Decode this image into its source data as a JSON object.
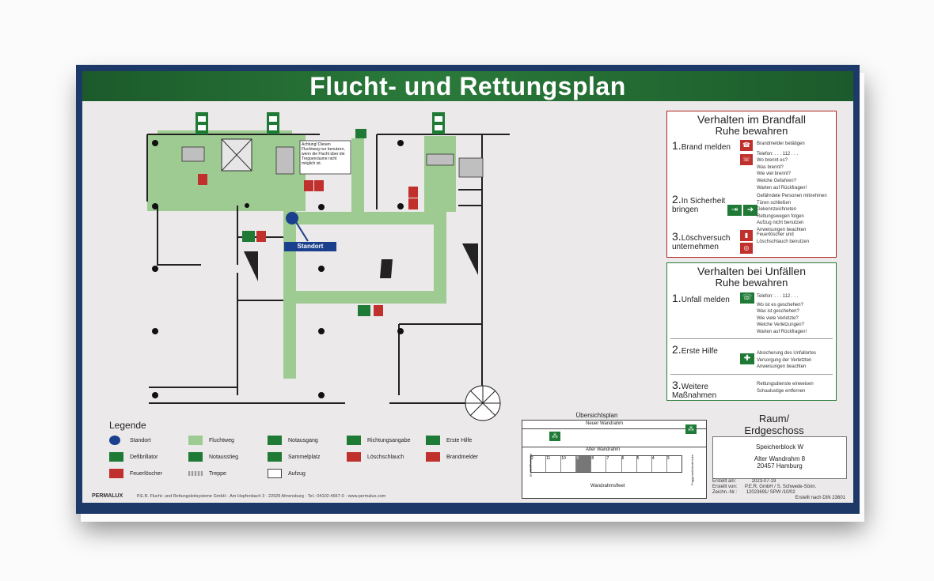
{
  "title": "Flucht- und Rettungsplan",
  "standort_label": "Standort",
  "achtung_text": "Achtung! Diesen Fluchtweg nur benutzen, wenn die Flucht über die Treppenräume nicht möglich ist.",
  "brandfall": {
    "title": "Verhalten im Brandfall",
    "subtitle": "Ruhe bewahren",
    "step1_num": "1.",
    "step1_label": "Brand melden",
    "step1_items": [
      "Brandmelder betätigen",
      "Telefon: . . . 112 . . .",
      "Wo brennt es?",
      "Was brennt?",
      "Wie viel brennt?",
      "Welche Gefahren?",
      "Warten auf Rückfragen!"
    ],
    "step2_num": "2.",
    "step2_label": "In Sicherheit bringen",
    "step2_items": [
      "Gefährdete Personen mitnehmen",
      "Türen schließen",
      "Gekennzeichneten",
      "Rettungswegen folgen",
      "Aufzug nicht benutzen",
      "Anweisungen beachten"
    ],
    "step3_num": "3.",
    "step3_label": "Löschversuch unternehmen",
    "step3_items": [
      "Feuerlöscher und",
      "Löschschlauch benutzen"
    ]
  },
  "unfaelle": {
    "title": "Verhalten bei Unfällen",
    "subtitle": "Ruhe bewahren",
    "step1_num": "1.",
    "step1_label": "Unfall melden",
    "step1_items": [
      "Telefon: . . . 112 . . .",
      "Wo ist es geschehen?",
      "Was ist geschehen?",
      "Wie viele Verletzte?",
      "Welche Verletzungen?",
      "Warten auf Rückfragen!"
    ],
    "step2_num": "2.",
    "step2_label": "Erste Hilfe",
    "step2_items": [
      "Absicherung des Unfallortes",
      "Versorgung der Verletzten",
      "Anweisungen beachten"
    ],
    "step3_num": "3.",
    "step3_label": "Weitere Maßnahmen",
    "step3_items": [
      "Rettungsdienste einweisen",
      "Schaulustige entfernen"
    ]
  },
  "legend": {
    "title": "Legende",
    "items": [
      {
        "label": "Standort",
        "icon": "location-dot-icon",
        "color": "#1a3f8c"
      },
      {
        "label": "Fluchtweg",
        "icon": "escape-route-icon",
        "color": "#9ecb91"
      },
      {
        "label": "Notausgang",
        "icon": "emergency-exit-icon",
        "color": "#1f7a36"
      },
      {
        "label": "Richtungsangabe",
        "icon": "arrow-right-icon",
        "color": "#1f7a36"
      },
      {
        "label": "Erste Hilfe",
        "icon": "first-aid-icon",
        "color": "#1f7a36"
      },
      {
        "label": "Defibrillator",
        "icon": "defibrillator-icon",
        "color": "#1f7a36"
      },
      {
        "label": "Notausstieg",
        "icon": "emergency-hatch-icon",
        "color": "#1f7a36"
      },
      {
        "label": "Sammelplatz",
        "icon": "assembly-point-icon",
        "color": "#1f7a36"
      },
      {
        "label": "Löschschlauch",
        "icon": "fire-hose-icon",
        "color": "#c0302c"
      },
      {
        "label": "Brandmelder",
        "icon": "fire-alarm-icon",
        "color": "#c0302c"
      },
      {
        "label": "Feuerlöscher",
        "icon": "fire-extinguisher-icon",
        "color": "#c0302c"
      },
      {
        "label": "Treppe",
        "icon": "stairs-icon",
        "color": "#9a9a9a"
      },
      {
        "label": "Aufzug",
        "icon": "elevator-icon",
        "color": "#ffffff"
      }
    ]
  },
  "overview": {
    "title": "Übersichtsplan",
    "street_top": "Neuer Wandrahm",
    "street_mid": "Alter Wandrahm",
    "street_bottom": "Wandrahmsfleet",
    "street_right": "Poggenmühlenbrücke",
    "street_left": "Kannengießerort",
    "block_numbers": [
      "2",
      "11",
      "10",
      "9",
      "8",
      "7",
      "6",
      "5",
      "4",
      "3"
    ]
  },
  "room": {
    "line1": "Raum/",
    "line2": "Erdgeschoss",
    "building": "Speicherblock W",
    "street": "Alter Wandrahm 8",
    "city": "20457 Hamburg"
  },
  "meta": {
    "created_on_label": "Erstellt am:",
    "created_on": "2023-07-19",
    "created_by_label": "Erstellt von:",
    "created_by": "P.E.R. GmbH / S. Schwede-Sönn.",
    "drawing_label": "Zeichn.-Nr.:",
    "drawing": "12023691/ SPW /10/02",
    "norm": "Erstellt nach DIN 23601"
  },
  "footer": {
    "brand": "PERMALUX",
    "company": "P.E.R. Flucht- und Rettungsleitsysteme GmbH",
    "address": "Am Hopfenbach 3",
    "city": "22929 Ahrensburg",
    "phone": "Tel.: 04102-4667-0",
    "web": "www.permalux.com"
  },
  "colors": {
    "banner": "#22703a",
    "route": "#9ecb91",
    "frame": "#1d3968",
    "fire_red": "#b22424",
    "standort": "#1a3f8c"
  }
}
